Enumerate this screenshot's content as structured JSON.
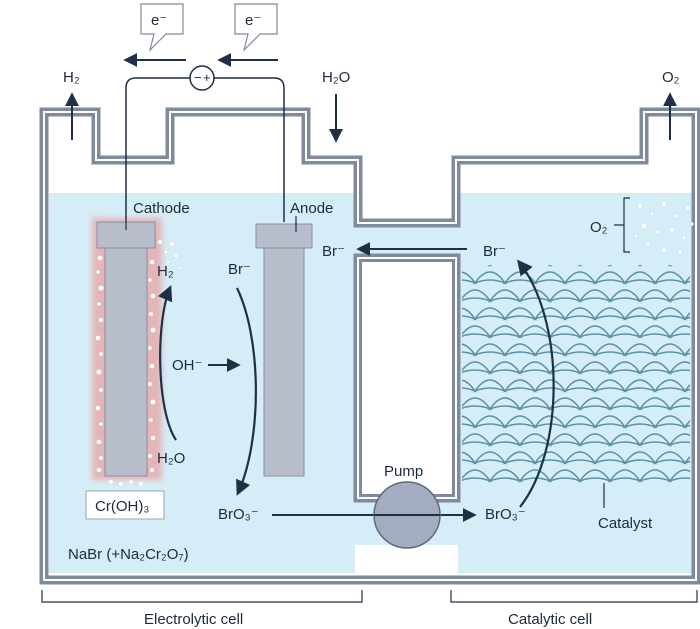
{
  "labels": {
    "electron": "e⁻",
    "h2_top": "H₂",
    "h2o_top": "H₂O",
    "o2_top": "O₂",
    "cathode": "Cathode",
    "anode": "Anode",
    "br_minus_anode": "Br⁻",
    "br_minus_mid": "Br⁻",
    "br_minus_right": "Br⁻",
    "h2_cathode": "H₂",
    "h2o_cathode": "H₂O",
    "oh_minus": "OH⁻",
    "cr_oh3": "Cr(OH)₃",
    "bro3_left": "BrO₃⁻",
    "bro3_right": "BrO₃⁻",
    "pump": "Pump",
    "o2_bubbles": "O₂",
    "catalyst": "Catalyst",
    "electrolyte": "NaBr  (+Na₂Cr₂O₇)",
    "electrolytic_cell": "Electrolytic cell",
    "catalytic_cell": "Catalytic cell"
  },
  "colors": {
    "wall": "#7f8b9c",
    "wall_inner": "#ffffff",
    "liquid": "#d5edf7",
    "electrode": "#b8bdcb",
    "arrow": "#1f2f45",
    "catalyst": "#5b8fa3",
    "cathode_glow": "#e9a2a2"
  }
}
